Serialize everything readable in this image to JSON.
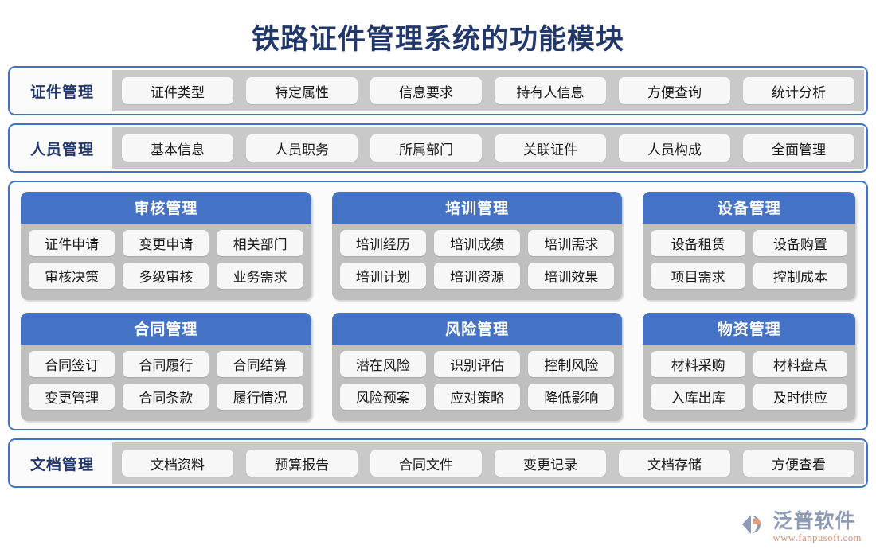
{
  "title": "铁路证件管理系统的功能模块",
  "colors": {
    "title_navy": "#22376a",
    "panel_border_blue": "#4472c4",
    "card_header_blue": "#4472c4",
    "card_body_gray": "#bfbfbf",
    "strip_band_gray": "#c9c9c9",
    "chip_white": "#f7f7f7",
    "logo_gray_blue": "#8d9bb5",
    "logo_orange": "#d98b72"
  },
  "top_strips": [
    {
      "label": "证件管理",
      "chips": [
        "证件类型",
        "特定属性",
        "信息要求",
        "持有人信息",
        "方便查询",
        "统计分析"
      ]
    },
    {
      "label": "人员管理",
      "chips": [
        "基本信息",
        "人员职务",
        "所属部门",
        "关联证件",
        "人员构成",
        "全面管理"
      ]
    }
  ],
  "modules": [
    {
      "header": "审核管理",
      "rows": [
        [
          "证件申请",
          "变更申请",
          "相关部门"
        ],
        [
          "审核决策",
          "多级审核",
          "业务需求"
        ]
      ]
    },
    {
      "header": "培训管理",
      "rows": [
        [
          "培训经历",
          "培训成绩",
          "培训需求"
        ],
        [
          "培训计划",
          "培训资源",
          "培训效果"
        ]
      ]
    },
    {
      "header": "设备管理",
      "rows": [
        [
          "设备租赁",
          "设备购置"
        ],
        [
          "项目需求",
          "控制成本"
        ]
      ]
    },
    {
      "header": "合同管理",
      "rows": [
        [
          "合同签订",
          "合同履行",
          "合同结算"
        ],
        [
          "变更管理",
          "合同条款",
          "履行情况"
        ]
      ]
    },
    {
      "header": "风险管理",
      "rows": [
        [
          "潜在风险",
          "识别评估",
          "控制风险"
        ],
        [
          "风险预案",
          "应对策略",
          "降低影响"
        ]
      ]
    },
    {
      "header": "物资管理",
      "rows": [
        [
          "材料采购",
          "材料盘点"
        ],
        [
          "入库出库",
          "及时供应"
        ]
      ]
    }
  ],
  "bottom_strip": {
    "label": "文档管理",
    "chips": [
      "文档资料",
      "预算报告",
      "合同文件",
      "变更记录",
      "文档存储",
      "方便查看"
    ]
  },
  "logo": {
    "name": "泛普软件",
    "url": "www.fanpusoft.com"
  }
}
